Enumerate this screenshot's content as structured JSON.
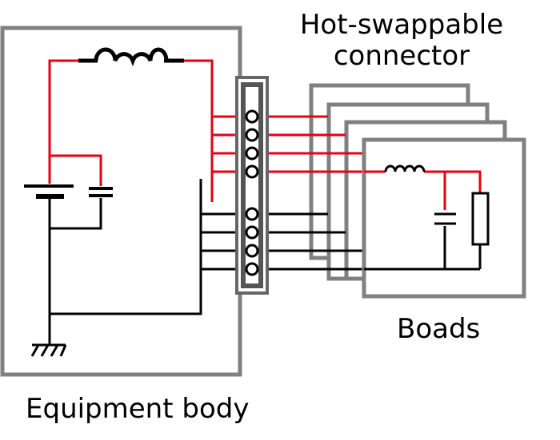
{
  "labels": {
    "connector_line1": "Hot-swappable",
    "connector_line2": "connector",
    "boards": "Boads",
    "equipment": "Equipment body"
  },
  "colors": {
    "frame": "#808080",
    "power_wire": "#e60012",
    "ground_wire": "#000000",
    "background": "#ffffff"
  },
  "icons": [
    "inductor-icon",
    "capacitor-icon",
    "battery-icon",
    "resistor-icon",
    "ground-icon",
    "connector-pin-icon"
  ]
}
